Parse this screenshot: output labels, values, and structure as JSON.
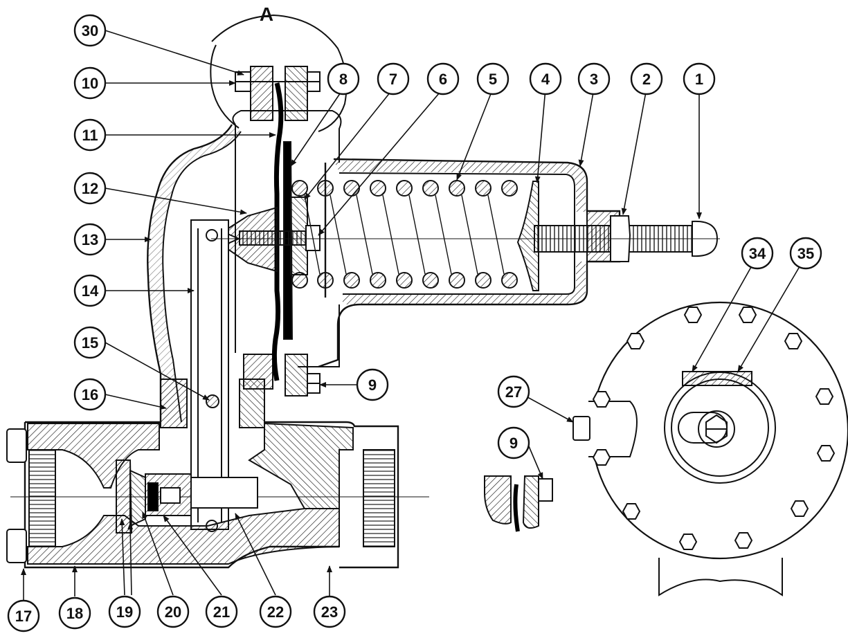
{
  "diagram": {
    "detail_label": "A",
    "callouts": {
      "c1": "1",
      "c2": "2",
      "c3": "3",
      "c4": "4",
      "c5": "5",
      "c6": "6",
      "c7": "7",
      "c8": "8",
      "c9a": "9",
      "c9b": "9",
      "c10": "10",
      "c11": "11",
      "c12": "12",
      "c13": "13",
      "c14": "14",
      "c15": "15",
      "c16": "16",
      "c17": "17",
      "c18": "18",
      "c19": "19",
      "c20": "20",
      "c21": "21",
      "c22": "22",
      "c23": "23",
      "c27": "27",
      "c30": "30",
      "c34": "34",
      "c35": "35"
    }
  }
}
